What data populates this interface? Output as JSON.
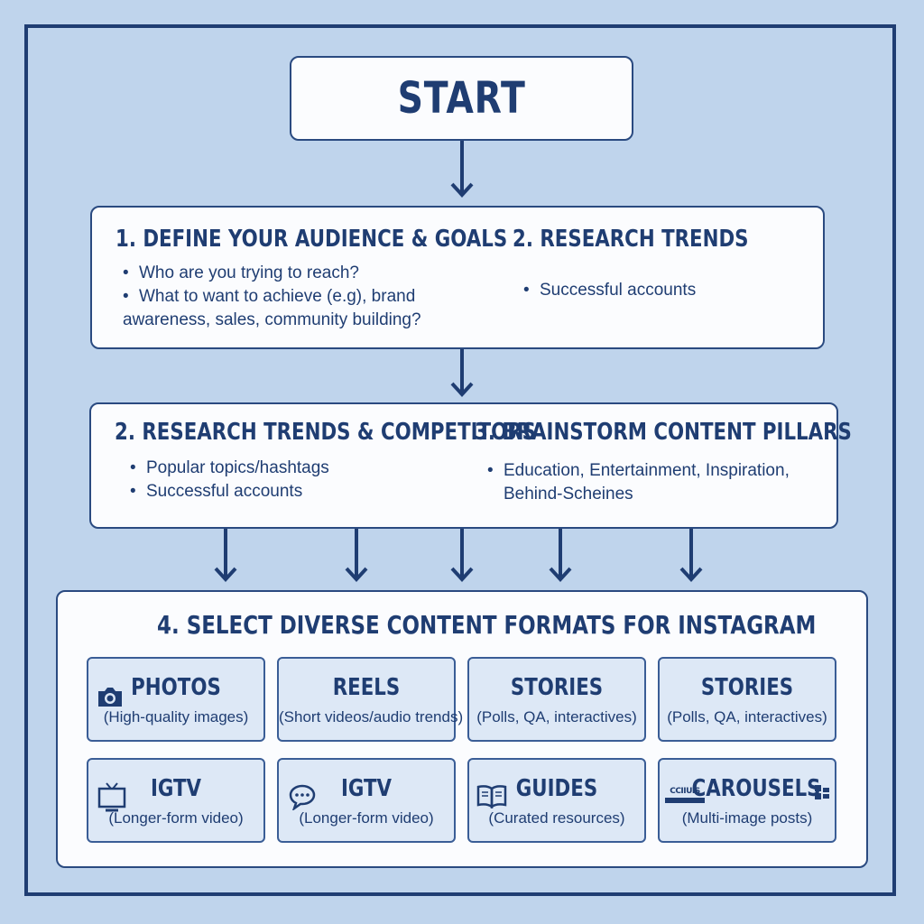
{
  "start": {
    "label": "START"
  },
  "step_row_1": {
    "left": {
      "title": "1. DEFINE YOUR AUDIENCE & GOALS",
      "bullets": [
        "Who are you trying to reach?",
        "What to want to achieve (e.g), brand awareness, sales, community building?"
      ],
      "bullet_2_line1": "What to want to achieve (e.g), brand",
      "bullet_2_line2": "awareness, sales, community building?"
    },
    "right": {
      "title": "2. RESEARCH TRENDS",
      "bullets": [
        "Successful accounts"
      ]
    }
  },
  "step_row_2": {
    "left": {
      "title": "2. RESEARCH TRENDS & COMPETITORS",
      "bullets": [
        "Popular topics/hashtags",
        "Successful accounts"
      ]
    },
    "right": {
      "title": "3. BRAINSTORM CONTENT PILLARS",
      "bullet_line1": "Education, Entertainment, Inspiration,",
      "bullet_line2": "Behind-Scheines"
    }
  },
  "formats": {
    "title": "4. SELECT DIVERSE CONTENT FORMATS FOR INSTAGRAM",
    "items": [
      {
        "name": "PHOTOS",
        "desc": "(High-quality images)",
        "icon": "camera-icon"
      },
      {
        "name": "REELS",
        "desc": "(Short videos/audio trends)",
        "icon": ""
      },
      {
        "name": "STORIES",
        "desc": "(Polls, QA, interactives)",
        "icon": ""
      },
      {
        "name": "STORIES",
        "desc": "(Polls, QA, interactives)",
        "icon": ""
      },
      {
        "name": "IGTV",
        "desc": "(Longer-form video)",
        "icon": "tv-icon"
      },
      {
        "name": "IGTV",
        "desc": "(Longer-form video)",
        "icon": "chat-bubble-icon"
      },
      {
        "name": "GUIDES",
        "desc": "(Curated resources)",
        "icon": "book-icon"
      },
      {
        "name": "CAROUSELS",
        "desc": "(Multi-image posts)",
        "icon": "carousel-icon"
      }
    ],
    "carousel_icon_text": "CCIIUIS"
  },
  "colors": {
    "background": "#bfd4ec",
    "navy": "#1f3d72",
    "box_fill": "#fbfcfe",
    "format_fill": "#dde8f6"
  }
}
